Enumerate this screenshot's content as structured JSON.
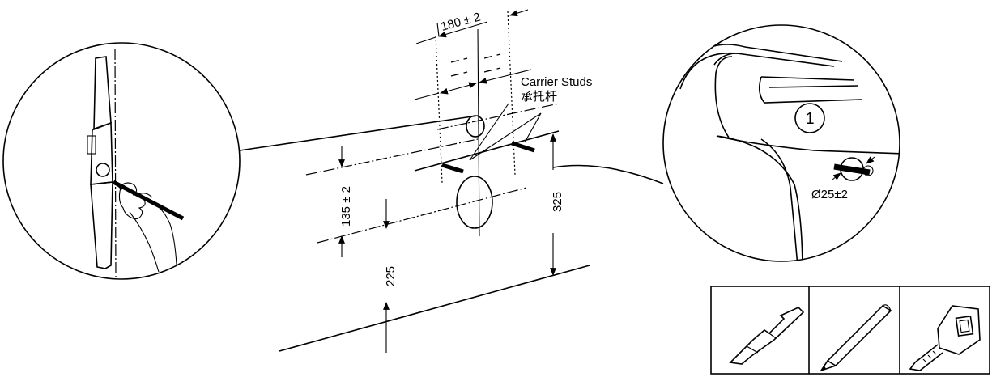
{
  "dimensions": {
    "top_width": "180 ± 2",
    "vertical_spacing": "135 ± 2",
    "lower_height": "225",
    "right_height": "325",
    "hole_diameter": "Ø25±2"
  },
  "callouts": {
    "carrier_studs_en": "Carrier Studs",
    "carrier_studs_zh": "承托杆",
    "detail_number": "1"
  },
  "tools": [
    {
      "name": "utility-knife"
    },
    {
      "name": "pencil"
    },
    {
      "name": "tape-measure"
    }
  ]
}
